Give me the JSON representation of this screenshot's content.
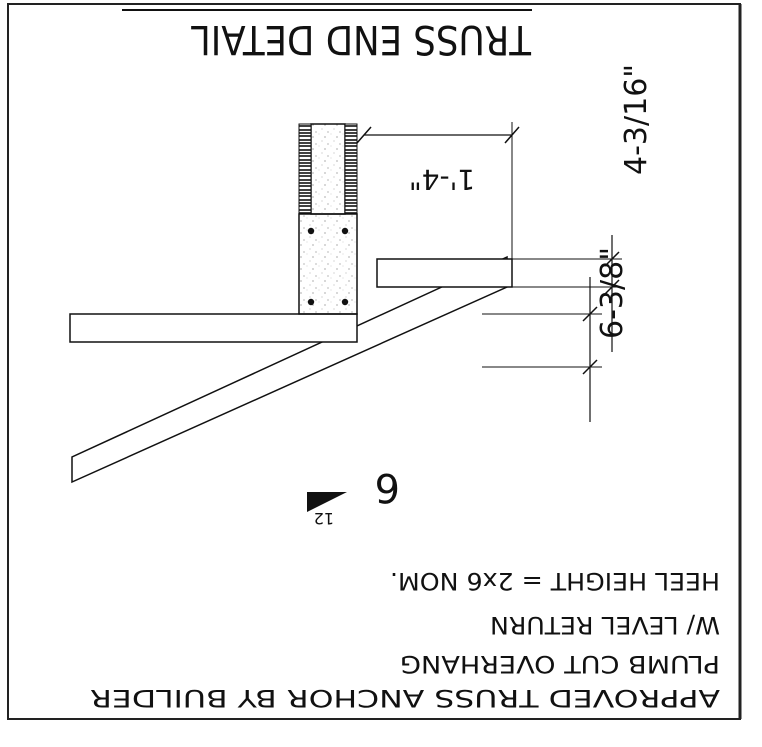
{
  "drawing": {
    "title": "TRUSS END DETAIL",
    "dimensions": {
      "overhang": "1'-4\"",
      "upper_height": "4-3/16\"",
      "heel_height": "6-3/8\""
    },
    "slope": {
      "rise": "6",
      "run": "12"
    },
    "notes": [
      "APPROVED TRUSS ANCHOR BY BUILDER",
      "PLUMB CUT OVERHANG",
      "W/ LEVEL RETURN",
      "HEEL HEIGHT = 2x6 NOM."
    ]
  },
  "colors": {
    "ink": "#111111",
    "paper": "#ffffff",
    "speckle": "#8a8a8a"
  }
}
